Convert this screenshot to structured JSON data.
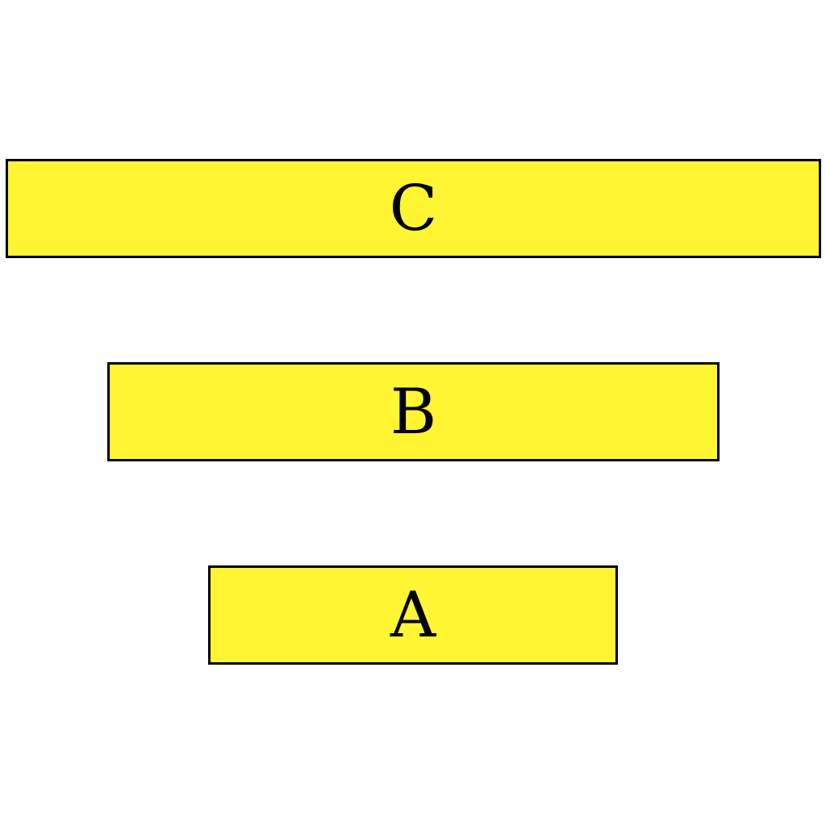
{
  "colors": {
    "box_fill": "#fff533",
    "box_border": "#000000",
    "label": "#000000",
    "background": "#ffffff"
  },
  "boxes": {
    "c": {
      "label": "C"
    },
    "b": {
      "label": "B"
    },
    "a": {
      "label": "A"
    }
  }
}
